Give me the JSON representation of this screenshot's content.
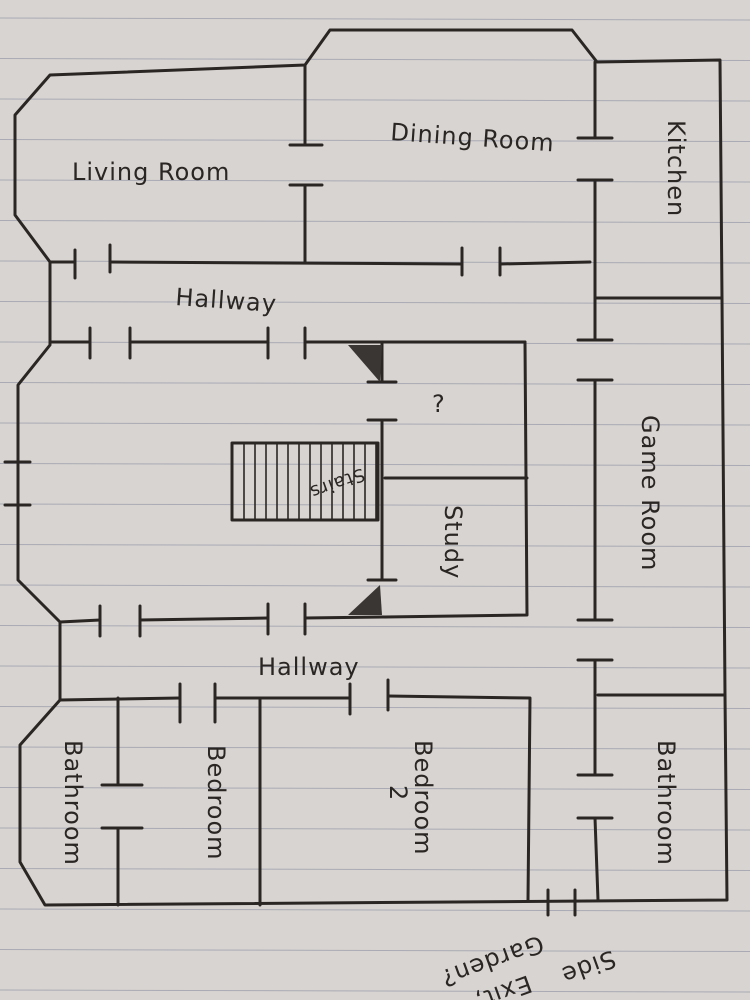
{
  "rooms": {
    "living_room": "Living Room",
    "dining_room": "Dining Room",
    "kitchen": "Kitchen",
    "hallway_upper": "Hallway",
    "unknown_room": "?",
    "stairs": "Stairs",
    "study": "Study",
    "game_room": "Game Room",
    "hallway_lower": "Hallway",
    "bathroom_left": "Bathroom",
    "bedroom": "Bedroom",
    "bedroom_2_line1": "Bedroom",
    "bedroom_2_line2": "2",
    "bathroom_right": "Bathroom"
  },
  "notes": {
    "side_exit_line1": "Side",
    "side_exit_line2": "Exit,",
    "side_exit_line3": "Garden?"
  },
  "colors": {
    "paper": "#d8d4d1",
    "ink": "#2a2624",
    "rule": "#a9aab4"
  }
}
